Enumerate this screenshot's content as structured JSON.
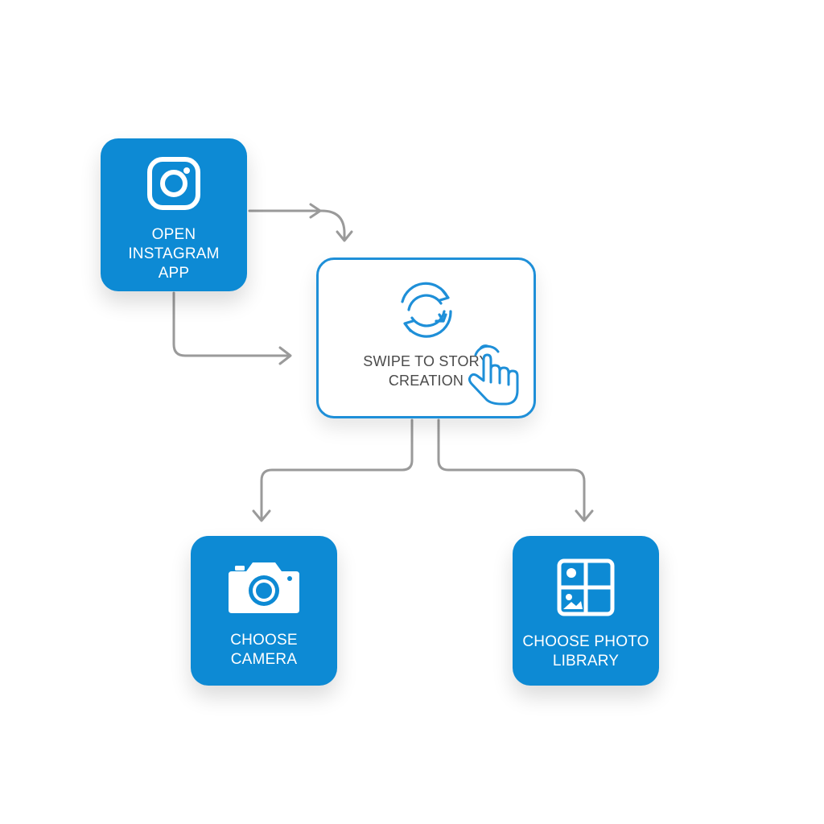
{
  "colors": {
    "node_fill": "#0d8ad4",
    "outline_accent": "#1e8fd8",
    "connector": "#9a9a9a",
    "background": "#ffffff"
  },
  "nodes": {
    "open_app": {
      "label": "OPEN\nINSTAGRAM\nAPP",
      "icon": "instagram-icon"
    },
    "swipe": {
      "label": "SWIPE TO STORY\nCREATION",
      "icon": "refresh-cycle-icon",
      "secondary_icon": "tap-hand-icon"
    },
    "camera": {
      "label": "CHOOSE\nCAMERA",
      "icon": "camera-icon"
    },
    "library": {
      "label": "CHOOSE PHOTO\nLIBRARY",
      "icon": "photo-library-icon"
    }
  }
}
